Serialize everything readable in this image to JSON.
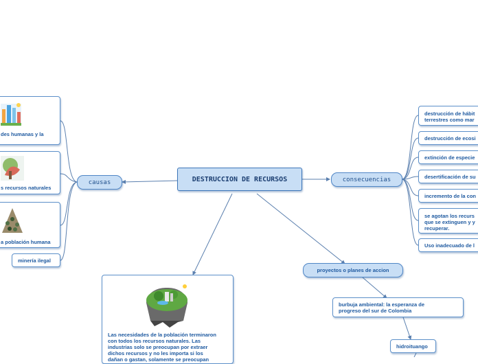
{
  "central": {
    "title": "DESTRUCCION DE RECURSOS"
  },
  "causas": {
    "label": "causas",
    "items": [
      {
        "text": "des humanas y la"
      },
      {
        "text": "s recursos naturales"
      },
      {
        "text": "a población humana"
      },
      {
        "text": "minería ilegal"
      }
    ]
  },
  "consecuencias": {
    "label": "consecuencias",
    "items": [
      {
        "text": "destrucción de hábit\nterrestres como mar"
      },
      {
        "text": "destrucción de ecosi"
      },
      {
        "text": "extinción de especie"
      },
      {
        "text": "desertificación de su"
      },
      {
        "text": "incremento de la con"
      },
      {
        "text": "se agotan los recurs\nque se extinguen y y\nrecuperar."
      },
      {
        "text": "Uso inadecuado de l"
      }
    ]
  },
  "proyectos": {
    "label": "proyectos o planes de accion",
    "burbuja": "burbuja ambiental: la esperanza de\nprogreso del sur de Colombia",
    "hidroituango": "hidroituango"
  },
  "description": {
    "text": "Las necesidades de la población terminaron\ncon todos los recursos naturales. Las\nindustrias solo se preocupan por extraer\ndichos recursos y no les importa si los\ndañan o gastan, solamente se preocupan"
  },
  "colors": {
    "line": "#5a7fae",
    "node_fill": "#c8def5",
    "border": "#4f86c6",
    "text": "#1f5aa0"
  },
  "icons": [
    "city-illustration",
    "deforestation-illustration",
    "crowd-illustration",
    "earth-illustration"
  ]
}
